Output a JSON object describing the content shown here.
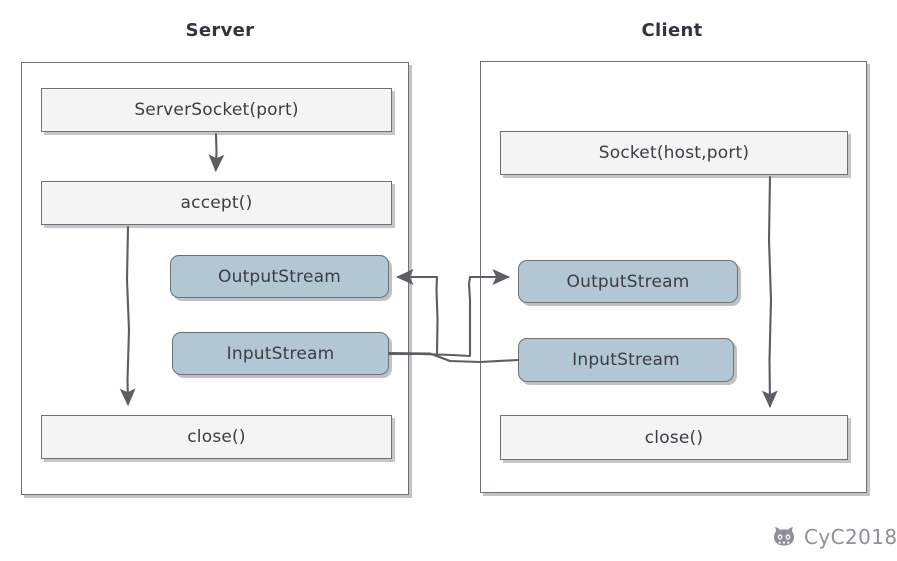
{
  "diagram": {
    "title_server": "Server",
    "title_client": "Client",
    "colors": {
      "stream_fill": "#b3c6d4",
      "plain_fill": "#f4f4f4",
      "stroke": "#6e7076",
      "wire": "#5c5e64",
      "text": "#3b3d44",
      "title_text": "#33353c",
      "watermark": "#8e9095"
    },
    "server_nodes": [
      {
        "key": "server_socket",
        "label": "ServerSocket(port)"
      },
      {
        "key": "accept",
        "label": "accept()"
      },
      {
        "key": "out_stream",
        "label": "OutputStream"
      },
      {
        "key": "in_stream",
        "label": "InputStream"
      },
      {
        "key": "close",
        "label": "close()"
      }
    ],
    "client_nodes": [
      {
        "key": "socket",
        "label": "Socket(host,port)"
      },
      {
        "key": "out_stream",
        "label": "OutputStream"
      },
      {
        "key": "in_stream",
        "label": "InputStream"
      },
      {
        "key": "close",
        "label": "close()"
      }
    ],
    "watermark": {
      "icon": "github-octocat-icon",
      "text": "CyC2018"
    }
  }
}
